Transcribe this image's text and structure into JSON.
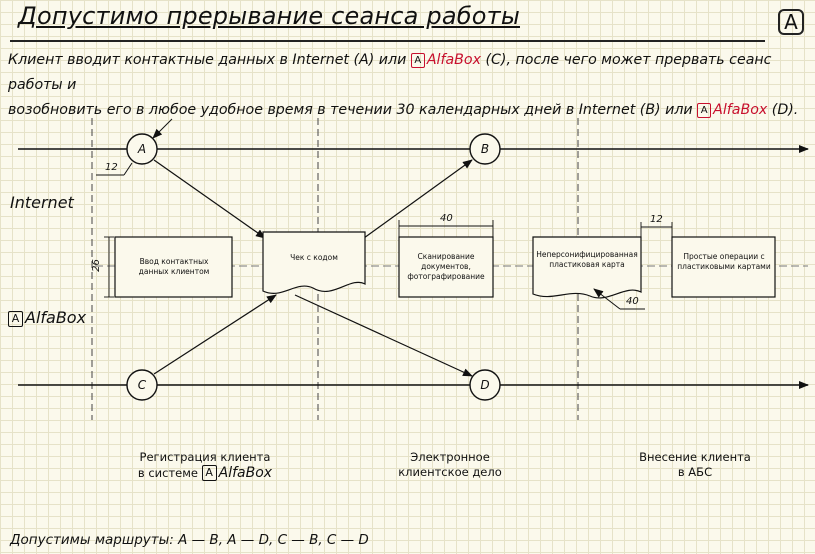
{
  "header": {
    "title": "Допустимо прерывание сеанса работы",
    "logo_letter": "A"
  },
  "description": {
    "line1_a": "Клиент вводит контактные данных в  Internet (A) или ",
    "line1_brand": "AlfaBox",
    "line1_b": " (C), после чего может прервать сеанс работы и",
    "line2_a": "возобновить его в любое удобное время в течении 30 календарных дней в Internet (B) или ",
    "line2_brand": "AlfaBox",
    "line2_b": " (D)."
  },
  "lanes": {
    "internet": "Internet",
    "alfabox": "AlfaBox"
  },
  "nodes": {
    "a": "A",
    "b": "B",
    "c": "C",
    "d": "D"
  },
  "boxes": {
    "input": "Ввод  контактных данных клиентом",
    "check": "Чек с кодом",
    "scan": "Сканирование документов, фотографирование",
    "card": "Неперсонифицированная пластиковая карта",
    "ops": "Простые операции с пластиковыми картами"
  },
  "dimensions": {
    "d12_a": "12",
    "d26": "26",
    "d40_top": "40",
    "d12_top": "12",
    "d40_bottom": "40"
  },
  "stages": {
    "reg_line1": "Регистрация клиента",
    "reg_line2": "в системе",
    "reg_brand": "AlfaBox",
    "dossier_line1": "Электронное",
    "dossier_line2": "клиентское дело",
    "abs_line1": "Внесение клиента",
    "abs_line2": "в АБС"
  },
  "footer": {
    "routes": "Допустимы маршруты:  A — B, A — D,  C — B, C — D"
  }
}
